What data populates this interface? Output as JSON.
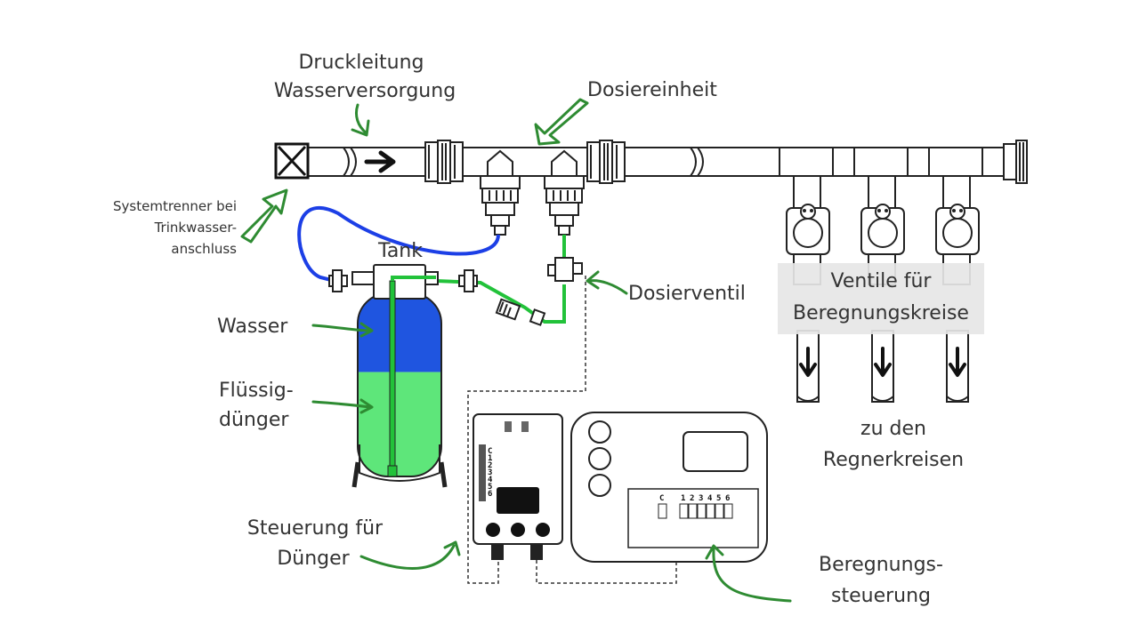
{
  "labels": {
    "druckleitung_line1": "Druckleitung",
    "druckleitung_line2": "Wasserversorgung",
    "dosiereinheit": "Dosiereinheit",
    "systemtrenner_line1": "Systemtrenner bei",
    "systemtrenner_line2": "Trinkwasser-",
    "systemtrenner_line3": "anschluss",
    "tank": "Tank",
    "dosierventil": "Dosierventil",
    "wasser": "Wasser",
    "duenger_line1": "Flüssig-",
    "duenger_line2": "dünger",
    "ventile_line1": "Ventile für",
    "ventile_line2": "Beregnungskreise",
    "regner_line1": "zu den",
    "regner_line2": "Regnerkreisen",
    "steuerung_duenger_line1": "Steuerung für",
    "steuerung_duenger_line2": "Dünger",
    "beregnung_line1": "Beregnungs-",
    "beregnung_line2": "steuerung"
  },
  "fertilizer_controller": {
    "terminal_labels": [
      "C",
      "1",
      "2",
      "3",
      "4",
      "5",
      "6"
    ]
  },
  "irrigation_controller": {
    "terminal_c": "C",
    "terminal_labels": [
      "1",
      "2",
      "3",
      "4",
      "5",
      "6"
    ]
  },
  "colors": {
    "water": "#1f55e0",
    "fertilizer": "#5ee67a",
    "green_line": "#22c23a",
    "blue_hose": "#1c3fe6",
    "annotation_arrow": "#2e8b32",
    "label_box": "#e6e6e6"
  },
  "tank_fill": {
    "water_fraction": 0.43,
    "fertilizer_fraction": 0.57
  }
}
